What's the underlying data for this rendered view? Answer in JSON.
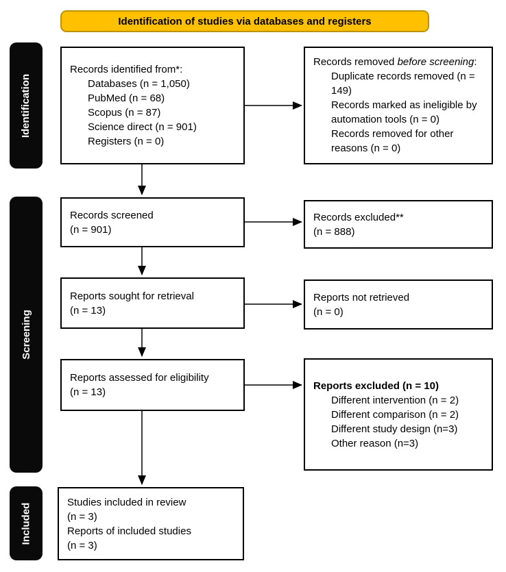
{
  "banner": {
    "label": "Identification of studies via databases and registers"
  },
  "colors": {
    "banner_fill": "#FFC000",
    "banner_border": "#BF9000",
    "box_border": "#000000",
    "sidebar_bg": "#0A0A0A",
    "sidebar_text": "#FFFFFF"
  },
  "sidebars": {
    "identification": "Identification",
    "screening": "Screening",
    "included": "Included"
  },
  "boxes": {
    "identified": {
      "heading": "Records identified from*:",
      "items": [
        "Databases (n = 1,050)",
        "PubMed (n = 68)",
        "Scopus (n = 87)",
        "Science direct (n = 901)",
        "Registers (n = 0)"
      ]
    },
    "removed": {
      "intro": [
        "Records removed ",
        "before screening",
        ":"
      ],
      "items": [
        "Duplicate records removed (n = 149)",
        "Records marked as ineligible by automation tools (n = 0)",
        "Records removed for other reasons (n = 0)"
      ]
    },
    "screened": {
      "lines": [
        "Records screened",
        "(n = 901)"
      ]
    },
    "records_excluded": {
      "lines": [
        "Records excluded**",
        "(n = 888)"
      ]
    },
    "sought": {
      "lines": [
        "Reports sought for retrieval",
        "(n = 13)"
      ]
    },
    "not_retrieved": {
      "lines": [
        "Reports not retrieved",
        "(n = 0)"
      ]
    },
    "assessed": {
      "lines": [
        "Reports assessed for eligibility",
        "(n = 13)"
      ]
    },
    "reports_excluded": {
      "heading": "Reports excluded (n = 10)",
      "items": [
        "Different intervention (n = 2)",
        "Different comparison (n = 2)",
        "Different study design (n=3)",
        "Other reason (n=3)"
      ]
    },
    "included_studies": {
      "lines": [
        "Studies included in review",
        "(n = 3)",
        "Reports of included studies",
        "(n = 3)"
      ]
    }
  }
}
